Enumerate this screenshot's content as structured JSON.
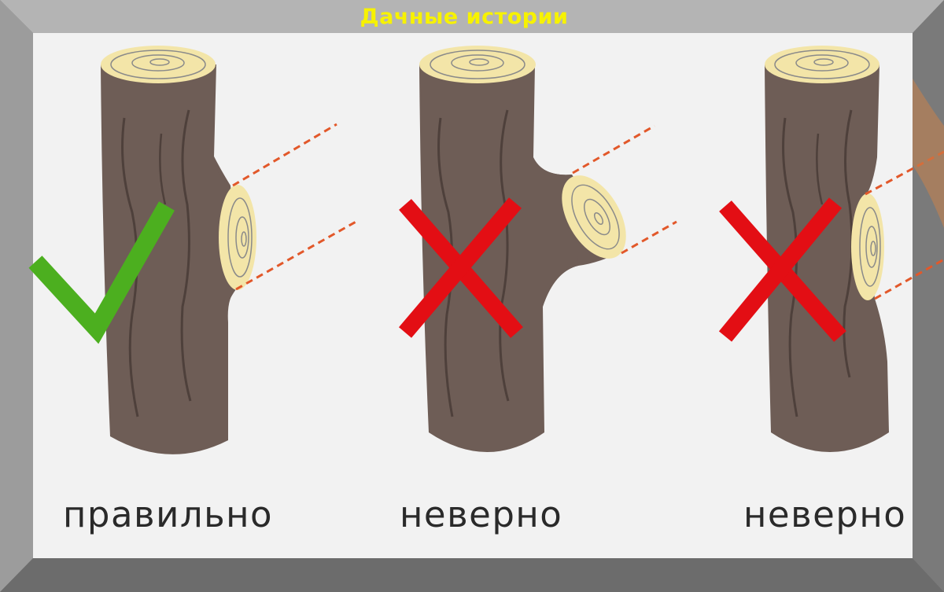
{
  "header": {
    "title": "Дачные истории"
  },
  "panels": [
    {
      "label": "правильно",
      "mark": "check-icon"
    },
    {
      "label": "неверно",
      "mark": "cross-icon"
    },
    {
      "label": "неверно",
      "mark": "cross-icon"
    }
  ],
  "colors": {
    "bark": "#6e5d56",
    "cut_wood": "#f3e5a8",
    "check": "#4caf1f",
    "cross": "#e30e14",
    "guide_line": "#e2582a",
    "panel_bg": "#f2f2f2",
    "frame": "#8a8a8a",
    "title": "#f7f200"
  }
}
